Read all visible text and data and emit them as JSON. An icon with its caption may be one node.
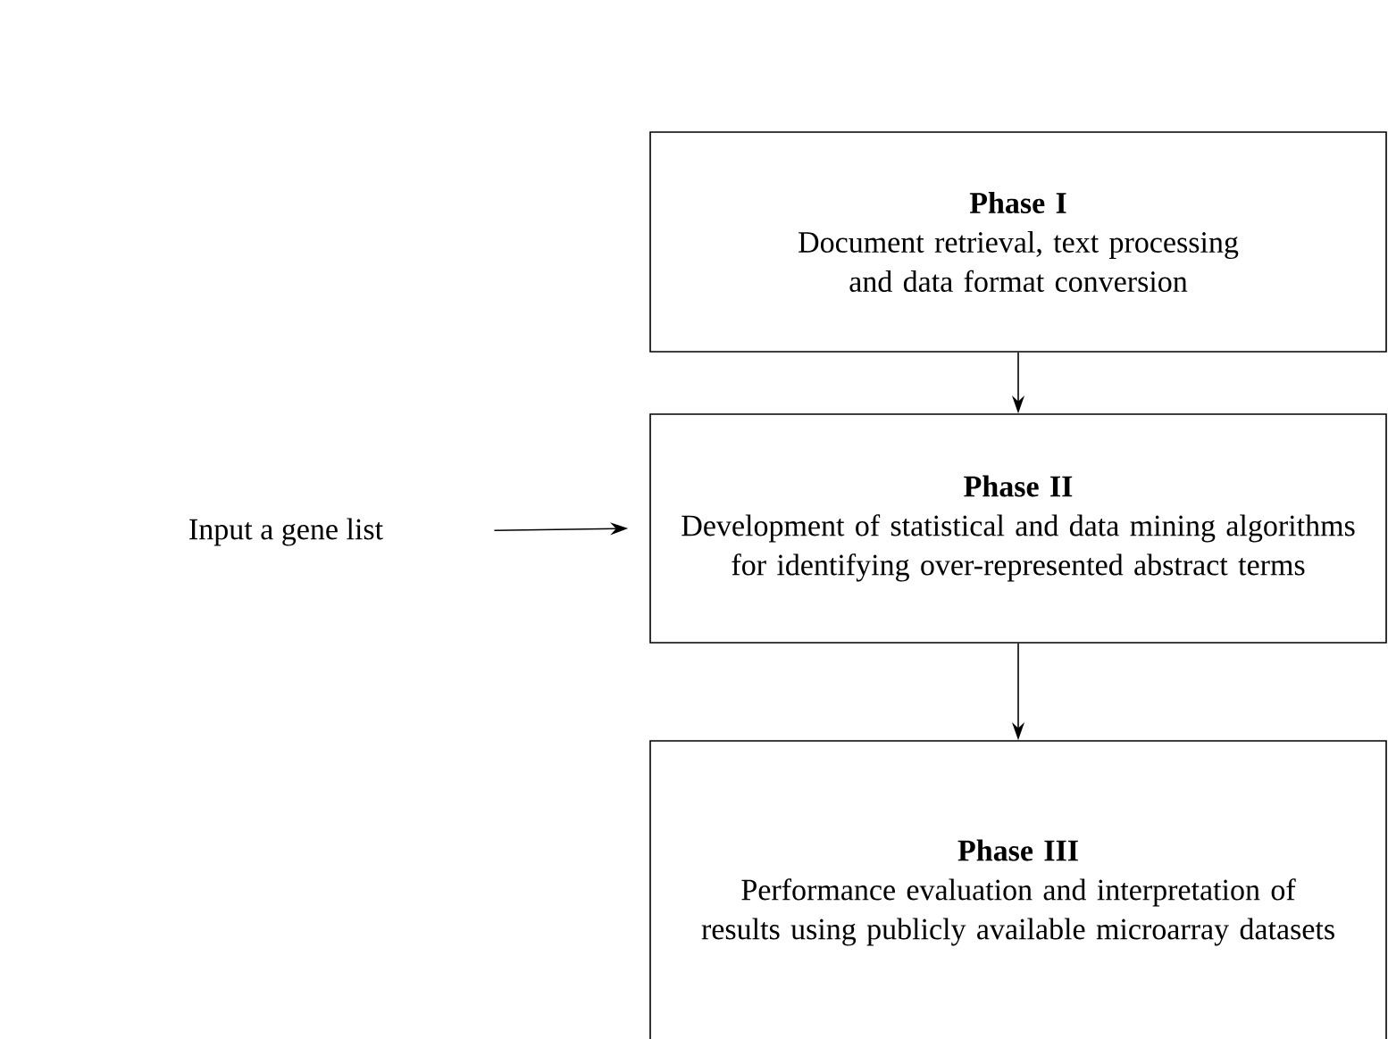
{
  "diagram": {
    "nodes": [
      {
        "text": [
          "Phase I",
          "Document retrieval, text processing and data format conversion"
        ]
      },
      {
        "text": [
          "Phase II",
          "Development of statistical and data mining algorithms for identifying over-represented abstract terms"
        ]
      },
      {
        "text": [
          "Phase III",
          "Performance evaluation and interpretation of results using publicly available microarray datasets"
        ]
      },
      {
        "text": [
          "Input a gene list"
        ]
      }
    ],
    "edges": [
      {
        "from": 0,
        "to": 1,
        "arrow": "to"
      },
      {
        "from": 1,
        "to": 2,
        "arrow": "to"
      },
      {
        "from": 3,
        "to": 1,
        "arrow": "to"
      }
    ]
  }
}
